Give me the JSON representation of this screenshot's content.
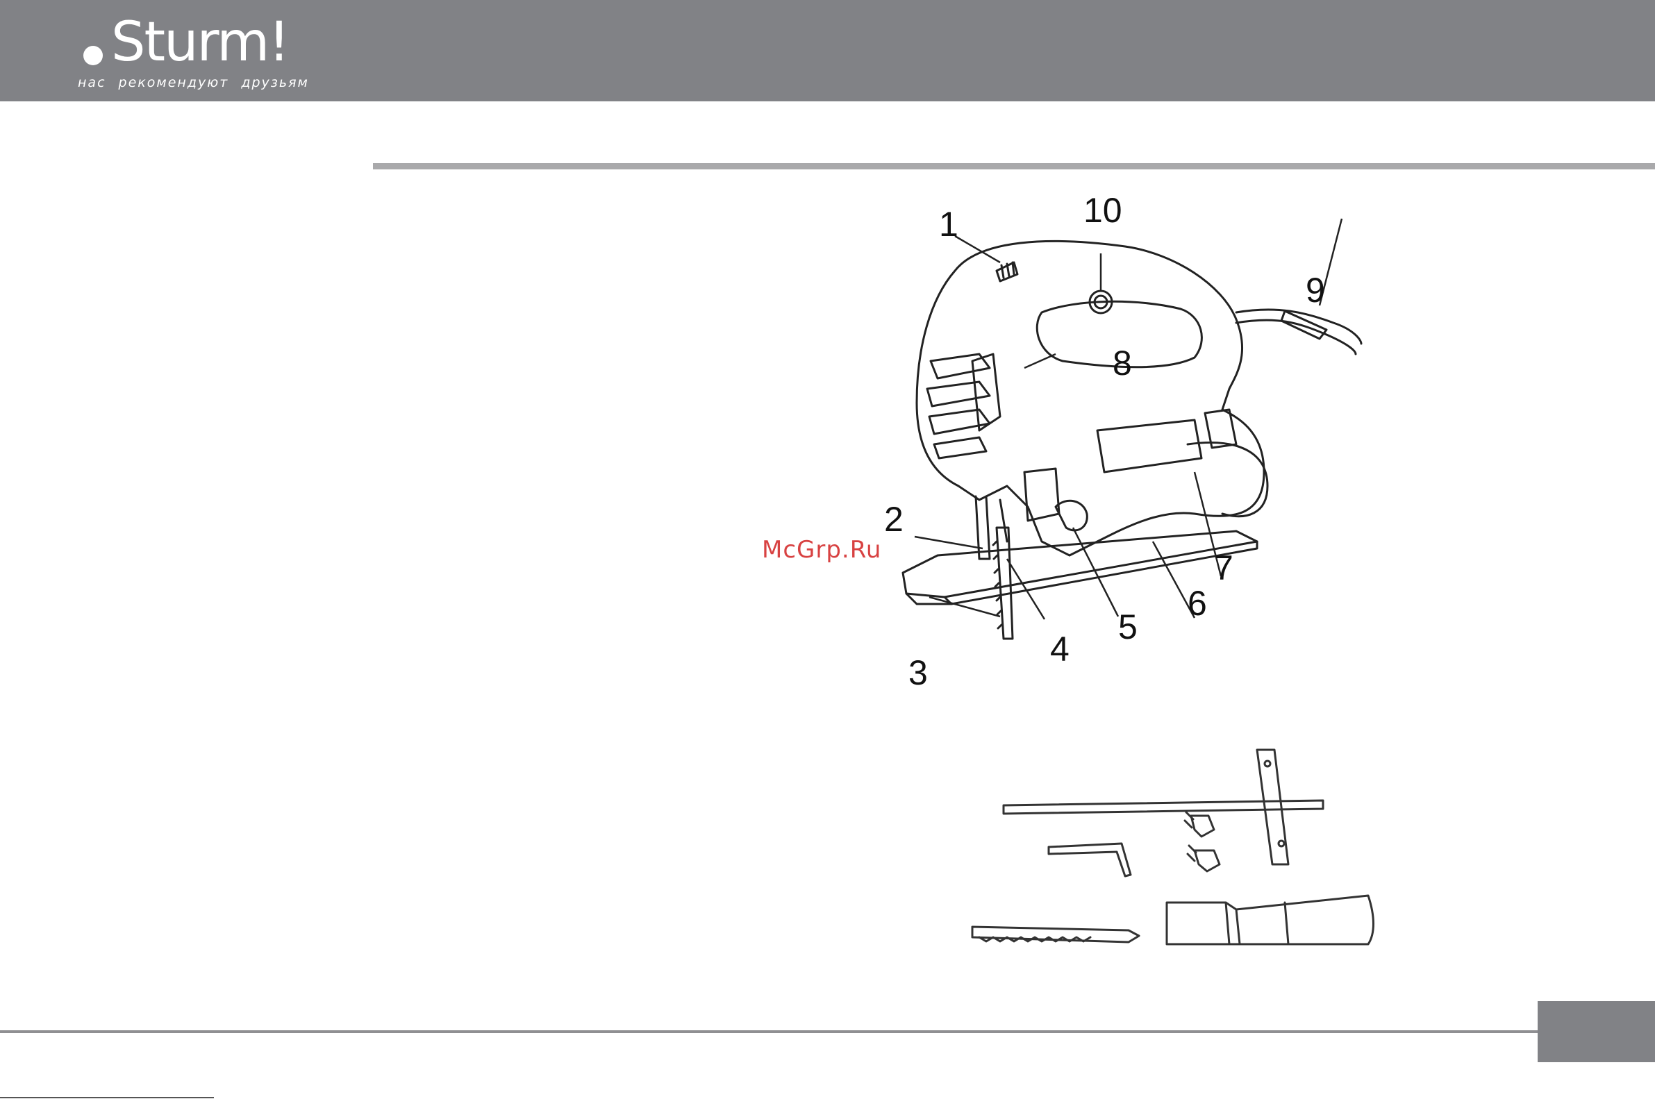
{
  "header": {
    "brand": "Sturm!",
    "tagline": "нас рекомендуют друзьям"
  },
  "watermark": "McGrp.Ru",
  "figure_main": {
    "callouts": [
      "1",
      "2",
      "3",
      "4",
      "5",
      "6",
      "7",
      "8",
      "9",
      "10"
    ]
  },
  "figure_accessories": {
    "items": [
      "parallel-guide",
      "hex-key",
      "screws",
      "saw-blade",
      "dust-adapter"
    ]
  },
  "colors": {
    "header_bg": "#818286",
    "rule": "#a9a9ab",
    "watermark": "#d84242"
  }
}
